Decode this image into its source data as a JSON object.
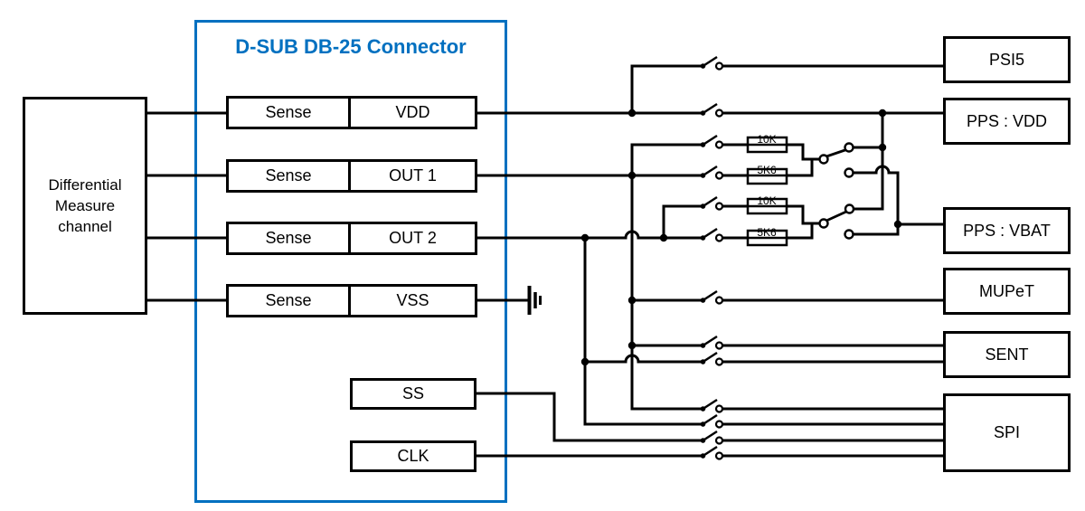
{
  "diagram": {
    "left_block": {
      "label": "Differential\nMeasure\nchannel"
    },
    "connector": {
      "title": "D-SUB DB-25 Connector",
      "rows": [
        {
          "sense": "Sense",
          "signal": "VDD"
        },
        {
          "sense": "Sense",
          "signal": "OUT 1"
        },
        {
          "sense": "Sense",
          "signal": "OUT 2"
        },
        {
          "sense": "Sense",
          "signal": "VSS"
        }
      ],
      "aux_pins": [
        {
          "label": "SS"
        },
        {
          "label": "CLK"
        }
      ]
    },
    "resistors": [
      {
        "label": "10K"
      },
      {
        "label": "5K6"
      },
      {
        "label": "10K"
      },
      {
        "label": "5K6"
      }
    ],
    "interfaces": [
      {
        "label": "PSI5"
      },
      {
        "label": "PPS : VDD"
      },
      {
        "label": "PPS : VBAT"
      },
      {
        "label": "MUPeT"
      },
      {
        "label": "SENT"
      },
      {
        "label": "SPI"
      }
    ],
    "colors": {
      "accent": "#0070C0",
      "line": "#000000"
    }
  }
}
